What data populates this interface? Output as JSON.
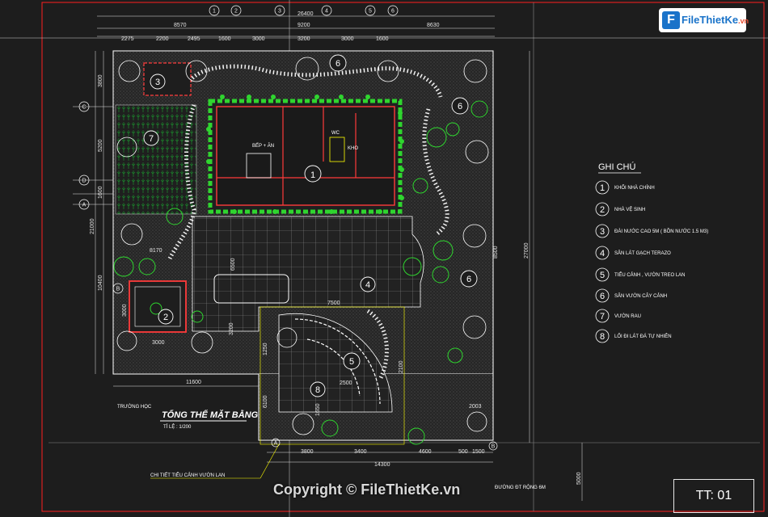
{
  "logo": {
    "brand": "FileThietKe",
    "domain": ".vn"
  },
  "copyright": "Copyright © FileThietKe.vn",
  "sheet_number": "TT: 01",
  "title": "TỔNG THỂ MẶT BẰNG",
  "scale": "TỈ LỆ : 1/200",
  "legend_title": "GHI CHÚ",
  "legend": [
    {
      "num": "1",
      "text": "KHỐI NHÀ CHÍNH"
    },
    {
      "num": "2",
      "text": "NHÀ VỆ SINH"
    },
    {
      "num": "3",
      "text": "ĐÀI NƯỚC CAO 5M ( BỒN NƯỚC 1.5 M3)"
    },
    {
      "num": "4",
      "text": "SÂN LÁT GẠCH TERAZO"
    },
    {
      "num": "5",
      "text": "TIỂU CẢNH , VƯỜN TREO LAN"
    },
    {
      "num": "6",
      "text": "SÂN VƯỜN CÂY CẢNH"
    },
    {
      "num": "7",
      "text": "VƯỜN RAU"
    },
    {
      "num": "8",
      "text": "LỐI ĐI LÁT ĐÁ TỰ NHIÊN"
    }
  ],
  "detail_note": "CHI TIẾT TIỂU CẢNH VƯỜN LAN",
  "road_note": "ĐƯỜNG ĐT RỘNG 6M",
  "road_note2": "TRƯỜNG HỌC",
  "zone_labels": [
    "1",
    "2",
    "3",
    "4",
    "5",
    "6",
    "6",
    "6",
    "7",
    "8"
  ],
  "dims_top": [
    "8570",
    "9200",
    "8630",
    "26400"
  ],
  "dims_top2": [
    "2275",
    "2200",
    "2495",
    "1600",
    "3000",
    "3200",
    "3000",
    "1600"
  ],
  "dims_bottom": [
    "3800",
    "3400",
    "4600",
    "500",
    "1500",
    "14300"
  ],
  "dims_left": [
    "3800",
    "5200",
    "1600",
    "21000",
    "10400",
    "3000"
  ],
  "dims_misc": [
    "11600",
    "3000",
    "8170",
    "6100",
    "1250",
    "27000",
    "5000",
    "2500",
    "2100",
    "7500",
    "2003",
    "8500",
    "3200",
    "6500",
    "1650"
  ],
  "grid_axes_top": [
    "1",
    "2",
    "3",
    "4",
    "5",
    "6"
  ],
  "grid_axes_side": [
    "C",
    "D",
    "A",
    "B",
    "A",
    "B"
  ],
  "room_labels": [
    "BẾP + ĂN",
    "WC",
    "KHO"
  ],
  "colors": {
    "wall": "#ff3b3b",
    "tree": "#2fd52f",
    "line": "#ffffff",
    "dim": "#e6e6e6",
    "frame": "#ff2020",
    "accent": "#ffff00"
  }
}
